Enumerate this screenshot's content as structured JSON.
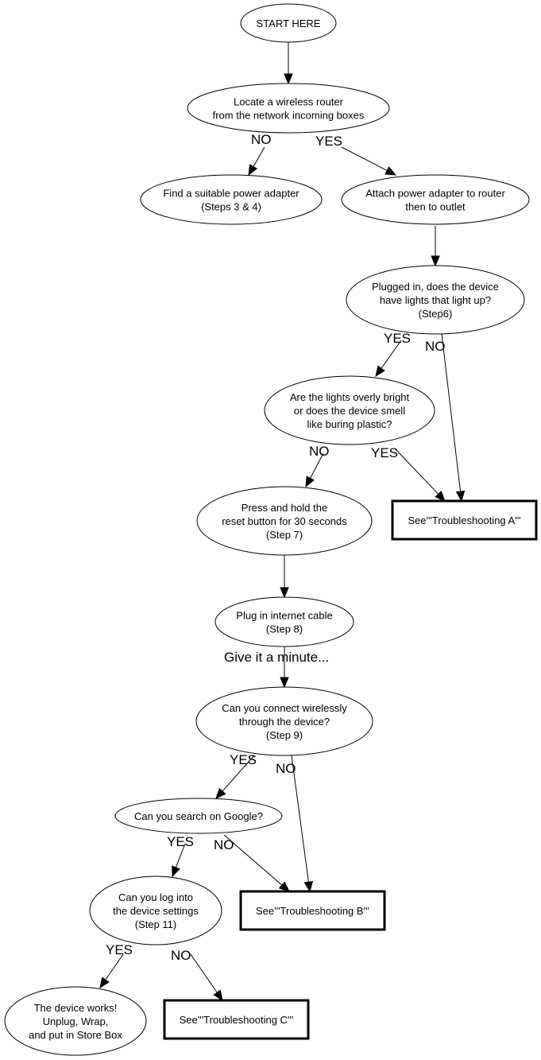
{
  "nodes": {
    "start": {
      "lines": [
        "START HERE"
      ],
      "shape": "ellipse"
    },
    "locate": {
      "lines": [
        "Locate a wireless router",
        "from the network incoming boxes"
      ],
      "shape": "ellipse"
    },
    "find_adapter": {
      "lines": [
        "Find a suitable power adapter",
        "(Steps 3 & 4)"
      ],
      "shape": "ellipse"
    },
    "attach_adapter": {
      "lines": [
        "Attach power adapter to router",
        "then to outlet"
      ],
      "shape": "ellipse"
    },
    "lights": {
      "lines": [
        "Plugged in, does the device",
        "have lights that light up?",
        "(Step6)"
      ],
      "shape": "ellipse"
    },
    "overly_bright": {
      "lines": [
        "Are the lights overly bright",
        "or does the device smell",
        "like buring plastic?"
      ],
      "shape": "ellipse"
    },
    "reset": {
      "lines": [
        "Press and hold the",
        "reset button for 30 seconds",
        "(Step 7)"
      ],
      "shape": "ellipse"
    },
    "trouble_a": {
      "lines": [
        "See'''Troubleshooting A'''"
      ],
      "shape": "box"
    },
    "plug_cable": {
      "lines": [
        "Plug in internet cable",
        "(Step 8)"
      ],
      "shape": "ellipse"
    },
    "connect_wireless": {
      "lines": [
        "Can you connect wirelessly",
        "through the device?",
        "(Step 9)"
      ],
      "shape": "ellipse"
    },
    "search_google": {
      "lines": [
        "Can you search on Google?"
      ],
      "shape": "ellipse"
    },
    "trouble_b": {
      "lines": [
        "See'''Troubleshooting B'''"
      ],
      "shape": "box"
    },
    "log_in": {
      "lines": [
        "Can you log into",
        "the device settings",
        "(Step 11)"
      ],
      "shape": "ellipse"
    },
    "works": {
      "lines": [
        "The device works!",
        "Unplug, Wrap,",
        "and put in Store Box"
      ],
      "shape": "ellipse"
    },
    "trouble_c": {
      "lines": [
        "See'''Troubleshooting C'''"
      ],
      "shape": "box"
    }
  },
  "edges": [
    {
      "from": "start",
      "to": "locate",
      "label": ""
    },
    {
      "from": "locate",
      "to": "find_adapter",
      "label": "NO"
    },
    {
      "from": "locate",
      "to": "attach_adapter",
      "label": "YES"
    },
    {
      "from": "attach_adapter",
      "to": "lights",
      "label": ""
    },
    {
      "from": "lights",
      "to": "overly_bright",
      "label": "YES"
    },
    {
      "from": "lights",
      "to": "trouble_a",
      "label": "NO"
    },
    {
      "from": "overly_bright",
      "to": "reset",
      "label": "NO"
    },
    {
      "from": "overly_bright",
      "to": "trouble_a",
      "label": "YES"
    },
    {
      "from": "reset",
      "to": "plug_cable",
      "label": ""
    },
    {
      "from": "plug_cable",
      "to": "connect_wireless",
      "label": "Give it a minute..."
    },
    {
      "from": "connect_wireless",
      "to": "search_google",
      "label": "YES"
    },
    {
      "from": "connect_wireless",
      "to": "trouble_b",
      "label": "NO"
    },
    {
      "from": "search_google",
      "to": "log_in",
      "label": "YES"
    },
    {
      "from": "search_google",
      "to": "trouble_b",
      "label": "NO"
    },
    {
      "from": "log_in",
      "to": "works",
      "label": "YES"
    },
    {
      "from": "log_in",
      "to": "trouble_c",
      "label": "NO"
    }
  ]
}
